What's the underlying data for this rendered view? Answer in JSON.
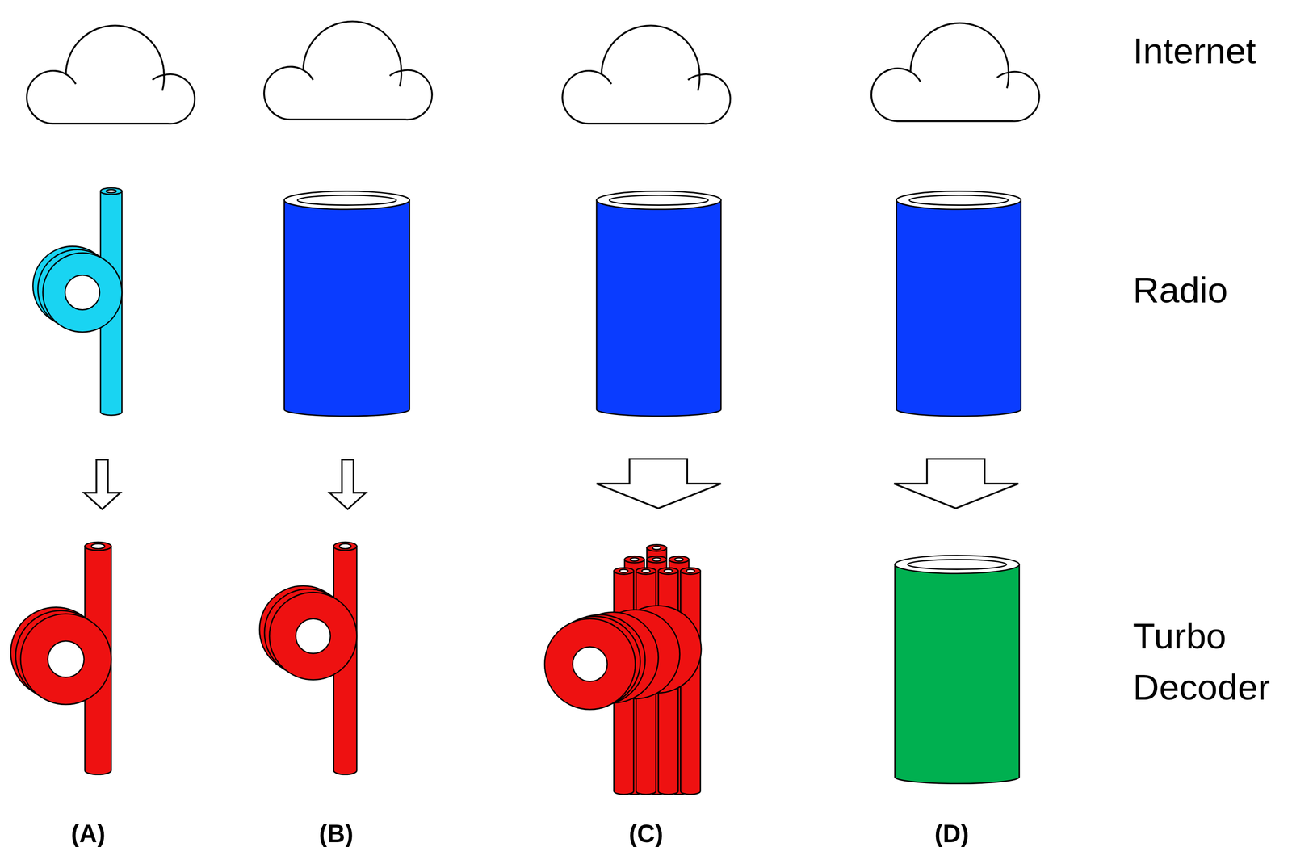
{
  "diagram": {
    "labels": [
      "Internet",
      "Radio",
      "Turbo Decoder",
      "(A)",
      "(B)",
      "(C)",
      "(D)"
    ]
  }
}
